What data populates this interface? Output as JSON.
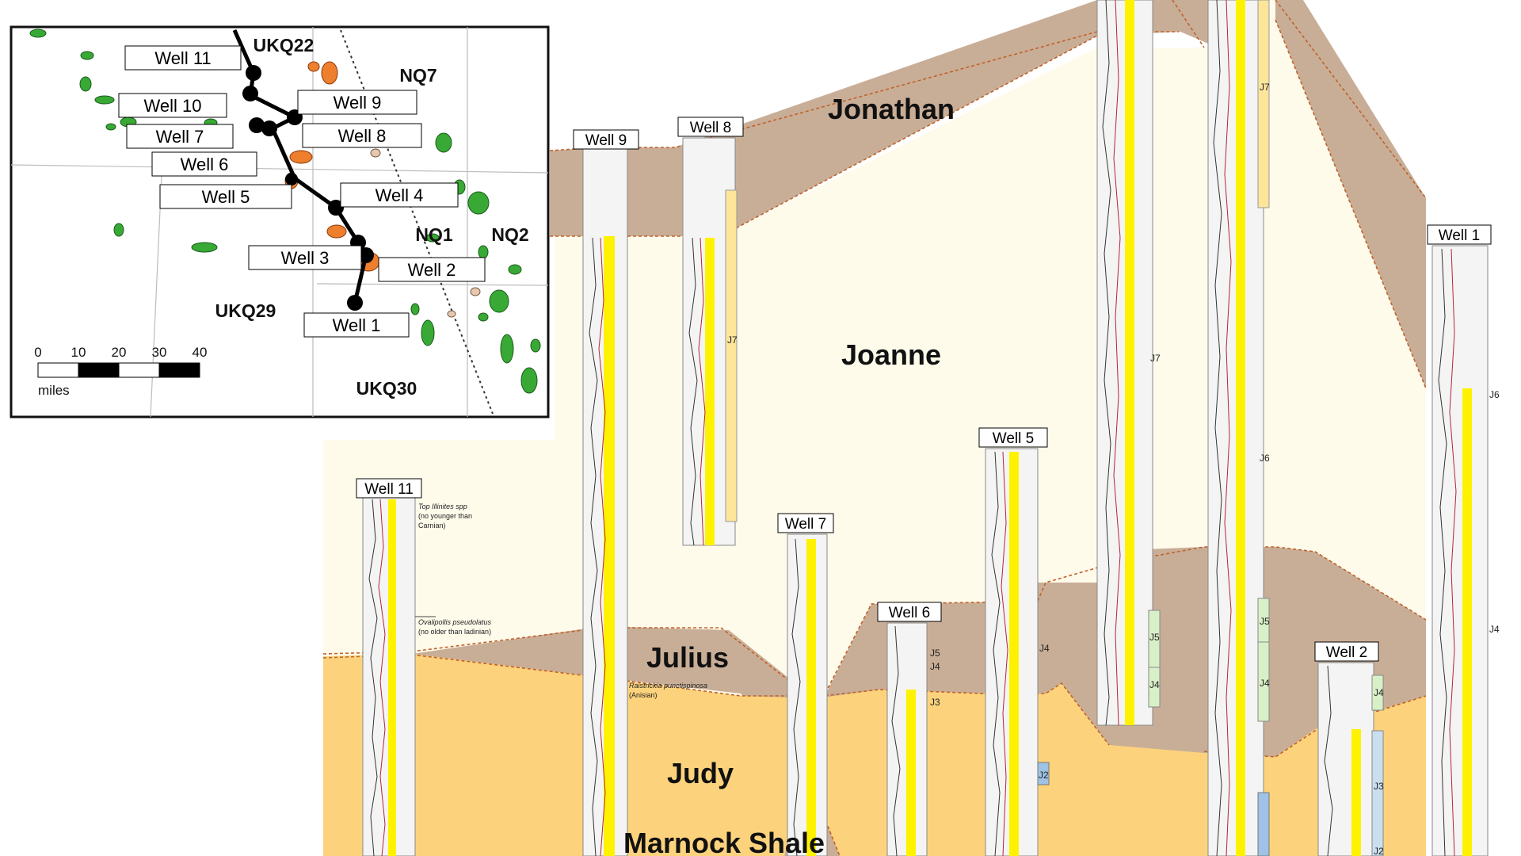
{
  "zones": {
    "jonathan": "Jonathan",
    "joanne": "Joanne",
    "julius": "Julius",
    "judy": "Judy",
    "marnock": "Marnock Shale"
  },
  "wells": {
    "w11": "Well 11",
    "w9": "Well 9",
    "w8": "Well 8",
    "w7": "Well 7",
    "w6": "Well 6",
    "w5": "Well 5",
    "w2": "Well 2",
    "w1": "Well 1"
  },
  "units": {
    "j7": "J7",
    "j6": "J6",
    "j5": "J5",
    "j4": "J4",
    "j3": "J3",
    "j2": "J2"
  },
  "notes": {
    "illinites_1": "Top Illinites spp",
    "illinites_2": "(no younger than",
    "illinites_3": "Carnian)",
    "ovali_1": "Ovalipollis pseudolatus",
    "ovali_2": "(no older than ladinian)",
    "raist_1": "Raistrickia punctispinosa",
    "raist_2": "(Anisian)"
  },
  "map": {
    "wells": [
      "Well 11",
      "Well 10",
      "Well 9",
      "Well 7",
      "Well 8",
      "Well 6",
      "Well 5",
      "Well 4",
      "Well 3",
      "Well 2",
      "Well 1"
    ],
    "quadrants": {
      "ukq22": "UKQ22",
      "nq7": "NQ7",
      "nq1": "NQ1",
      "nq2": "NQ2",
      "ukq29": "UKQ29",
      "ukq30": "UKQ30"
    },
    "scale_ticks": [
      "0",
      "10",
      "20",
      "30",
      "40"
    ],
    "scale_unit": "miles"
  },
  "colors": {
    "brown": "#c9ae97",
    "cream": "#fffbeb",
    "judy": "#fcd37c",
    "column_yellow": "#fff200",
    "field_green": "#39a935",
    "field_orange": "#ee7f2d"
  }
}
